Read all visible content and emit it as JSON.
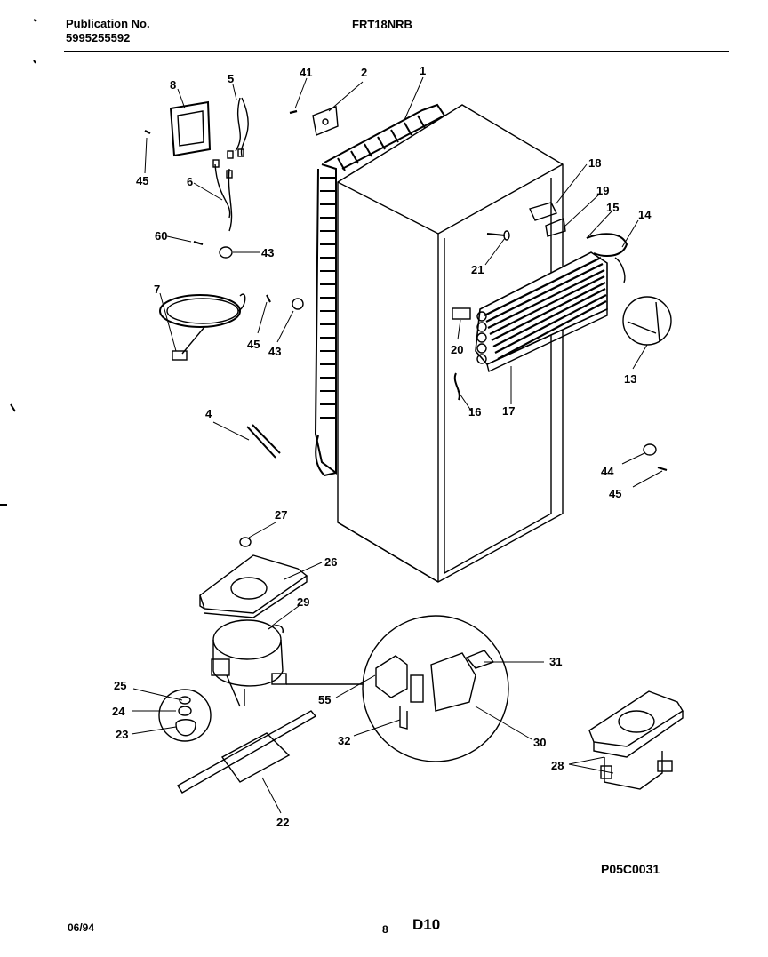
{
  "header": {
    "publication_label": "Publication No.",
    "publication_number": "5995255592",
    "model": "FRT18NRB"
  },
  "diagram": {
    "code": "P05C0031",
    "callouts": [
      {
        "n": "8"
      },
      {
        "n": "5"
      },
      {
        "n": "41"
      },
      {
        "n": "2"
      },
      {
        "n": "1"
      },
      {
        "n": "45"
      },
      {
        "n": "6"
      },
      {
        "n": "60"
      },
      {
        "n": "43"
      },
      {
        "n": "7"
      },
      {
        "n": "45"
      },
      {
        "n": "43"
      },
      {
        "n": "18"
      },
      {
        "n": "19"
      },
      {
        "n": "15"
      },
      {
        "n": "14"
      },
      {
        "n": "21"
      },
      {
        "n": "20"
      },
      {
        "n": "13"
      },
      {
        "n": "16"
      },
      {
        "n": "17"
      },
      {
        "n": "4"
      },
      {
        "n": "44"
      },
      {
        "n": "45"
      },
      {
        "n": "27"
      },
      {
        "n": "26"
      },
      {
        "n": "29"
      },
      {
        "n": "31"
      },
      {
        "n": "25"
      },
      {
        "n": "55"
      },
      {
        "n": "24"
      },
      {
        "n": "23"
      },
      {
        "n": "32"
      },
      {
        "n": "30"
      },
      {
        "n": "28"
      },
      {
        "n": "22"
      }
    ]
  },
  "footer": {
    "date": "06/94",
    "page": "8",
    "section": "D10"
  }
}
